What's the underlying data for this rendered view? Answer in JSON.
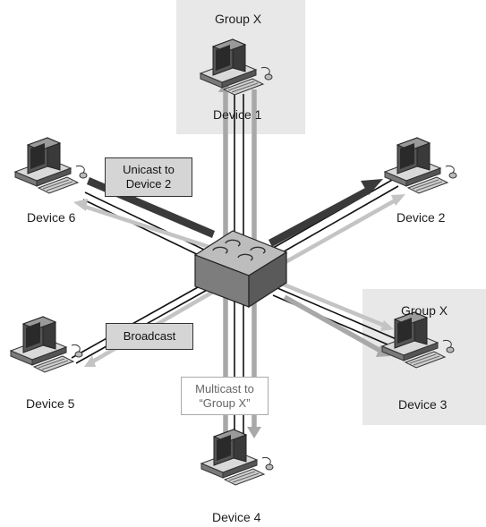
{
  "devices": [
    {
      "id": "d1",
      "label": "Device 1"
    },
    {
      "id": "d2",
      "label": "Device 2"
    },
    {
      "id": "d3",
      "label": "Device 3"
    },
    {
      "id": "d4",
      "label": "Device 4"
    },
    {
      "id": "d5",
      "label": "Device 5"
    },
    {
      "id": "d6",
      "label": "Device 6"
    }
  ],
  "groups": [
    {
      "member": "Device 1",
      "label": "Group X"
    },
    {
      "member": "Device 3",
      "label": "Group X"
    }
  ],
  "callouts": {
    "unicast": {
      "line1": "Unicast to",
      "line2": "Device 2"
    },
    "broadcast": {
      "line1": "Broadcast"
    },
    "multicast": {
      "line1": "Multicast to",
      "line2": "“Group X”"
    }
  },
  "colors": {
    "group_background": "#e8e8e8",
    "unicast_arrow": "#3a3a3a",
    "broadcast_arrow": "#c4c4c4",
    "multicast_arrow": "#a8a8a8",
    "cable": "#111111"
  }
}
